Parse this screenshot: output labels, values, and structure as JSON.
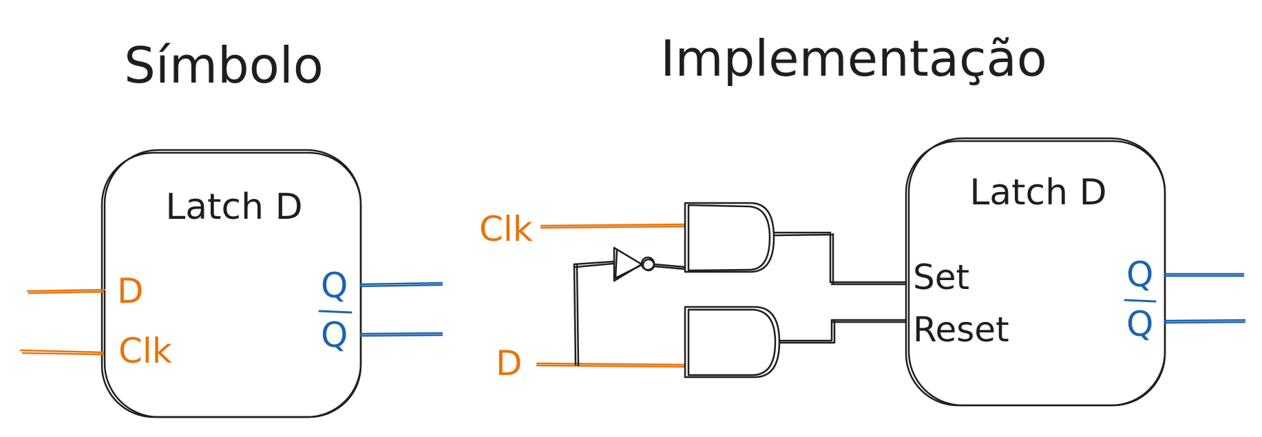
{
  "titles": {
    "symbol": "Símbolo",
    "implementation": "Implementação"
  },
  "symbol": {
    "block_label": "Latch D",
    "input_d": "D",
    "input_clk": "Clk",
    "output_q": "Q",
    "output_qbar": "Q"
  },
  "implementation": {
    "input_clk": "Clk",
    "input_d": "D",
    "block_label": "Latch D",
    "input_set": "Set",
    "input_reset": "Reset",
    "output_q": "Q",
    "output_qbar": "Q"
  },
  "colors": {
    "ink": "#1e1e1e",
    "input": "#e8740c",
    "output": "#1c63b0"
  }
}
